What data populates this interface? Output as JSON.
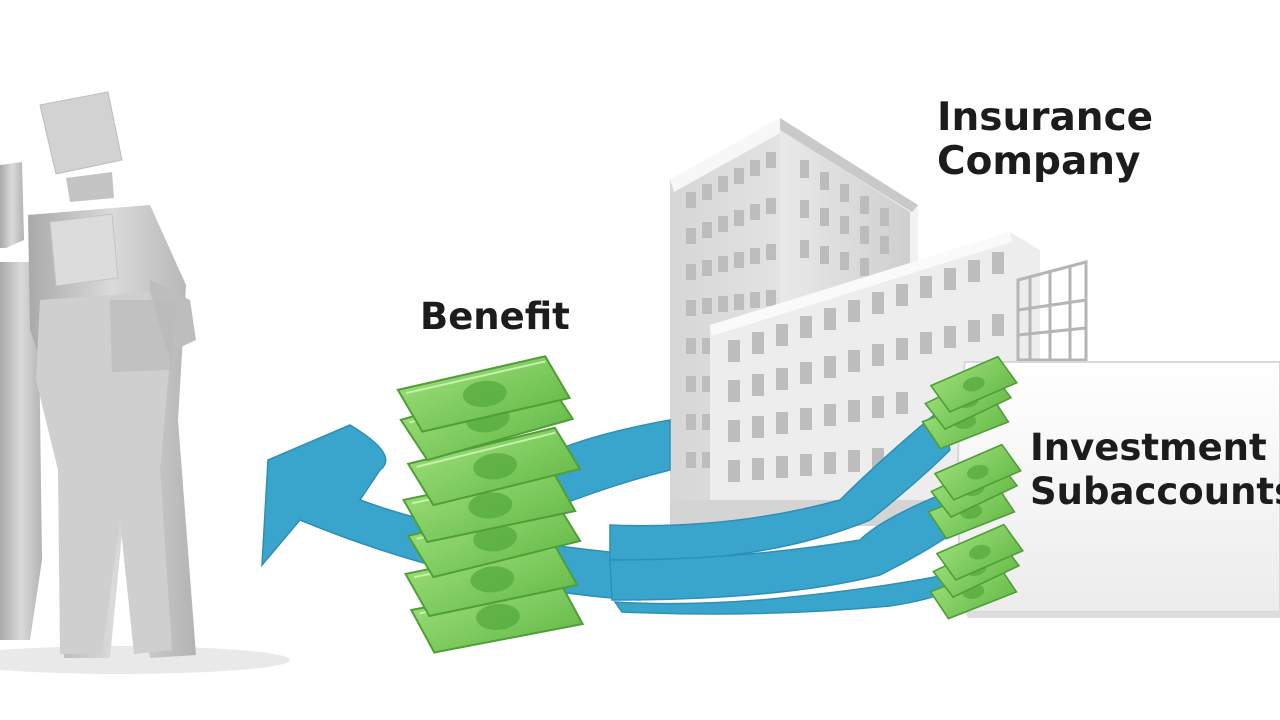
{
  "labels": {
    "insurance_company": [
      "Insurance",
      "Company"
    ],
    "benefit": "Benefit",
    "investment_subaccounts": [
      "Investment",
      "Subaccounts"
    ]
  },
  "colors": {
    "arrow": "#3aa5cc",
    "money": "#7ccf5a",
    "money_dark": "#4f9e37",
    "building": "#e6e6e6",
    "figure": "#c9c9c9"
  },
  "icons": {
    "family": "family-figures-icon",
    "building": "office-building-icon",
    "money": "money-stack-icon",
    "arrow": "flow-arrow-icon"
  }
}
